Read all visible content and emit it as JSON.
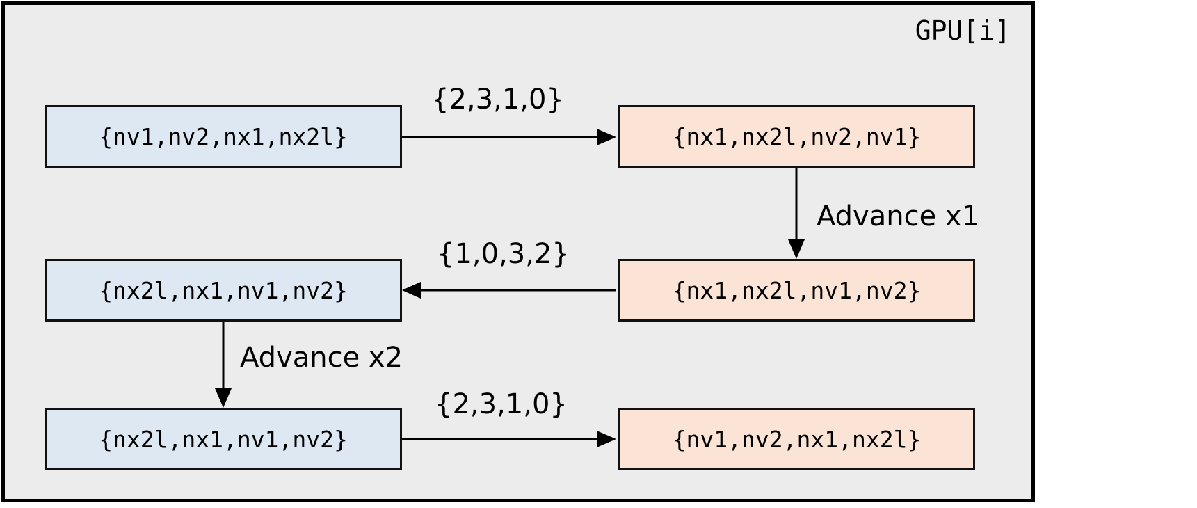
{
  "frame": {
    "label": "GPU[i]"
  },
  "boxes": {
    "row1_left": "{nv1,nv2,nx1,nx2l}",
    "row1_right": "{nx1,nx2l,nv2,nv1}",
    "row2_left": "{nx2l,nx1,nv1,nv2}",
    "row2_right": "{nx1,nx2l,nv1,nv2}",
    "row3_left": "{nx2l,nx1,nv1,nv2}",
    "row3_right": "{nv1,nv2,nx1,nx2l}"
  },
  "edges": {
    "row1_perm": "{2,3,1,0}",
    "advance_1": "Advance x1",
    "row2_perm": "{1,0,3,2}",
    "advance_2": "Advance x2",
    "row3_perm": "{2,3,1,0}"
  },
  "colors": {
    "frame_fill": "#ececec",
    "blue_box": "#dde8f3",
    "peach_box": "#fbe4d5",
    "stroke": "#000000"
  }
}
